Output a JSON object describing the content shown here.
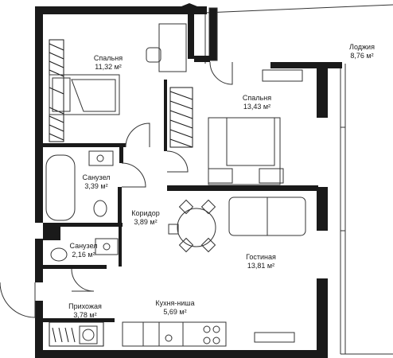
{
  "rooms": [
    {
      "id": "bedroom-1",
      "name": "Спальня",
      "area": "11,32 м²"
    },
    {
      "id": "bedroom-2",
      "name": "Спальня",
      "area": "13,43 м²"
    },
    {
      "id": "loggia",
      "name": "Лоджия",
      "area": "8,76 м²"
    },
    {
      "id": "bathroom-1",
      "name": "Санузел",
      "area": "3,39 м²"
    },
    {
      "id": "corridor",
      "name": "Коридор",
      "area": "3,89 м²"
    },
    {
      "id": "bathroom-2",
      "name": "Санузел",
      "area": "2,16 м²"
    },
    {
      "id": "living-room",
      "name": "Гостиная",
      "area": "13,81 м²"
    },
    {
      "id": "hallway",
      "name": "Прихожая",
      "area": "3,78 м²"
    },
    {
      "id": "kitchen",
      "name": "Кухня-ниша",
      "area": "5,69 м²"
    }
  ],
  "colors": {
    "wall": "#1a1a1a",
    "line": "#333333",
    "background": "#ffffff"
  }
}
